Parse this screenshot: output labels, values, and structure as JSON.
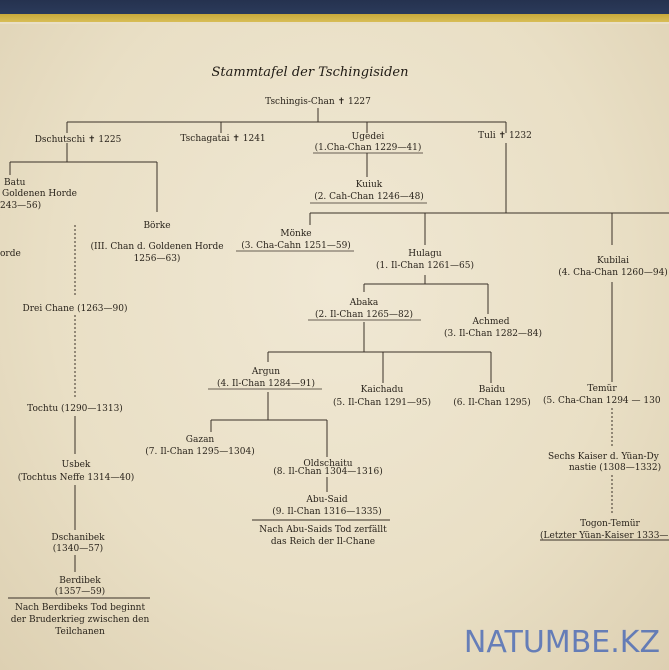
{
  "title": "Stammtafel der Tschingisiden",
  "root": "Tschingis-Chan ✝ 1227",
  "sons": {
    "dschutschi": "Dschutschi ✝ 1225",
    "tschagatai": "Tschagatai ✝ 1241",
    "ugedei_name": "Ugedei",
    "ugedei_title": "(1.Cha-Chan 1229—41)",
    "tuli": "Tuli ✝ 1232"
  },
  "kuiuk": {
    "name": "Kuiuk",
    "title": "(2. Cah-Chan 1246—48)"
  },
  "batu": {
    "line1": "Batu",
    "line2": "Goldenen Horde",
    "line3": "243—56)"
  },
  "horde_fragment": "orde",
  "boerke": {
    "name": "Börke",
    "title": "(III. Chan d. Goldenen Horde",
    "years": "1256—63)"
  },
  "moenke": {
    "name": "Mönke",
    "title": "(3. Cha-Cahn 1251—59)"
  },
  "hulagu": {
    "name": "Hulagu",
    "title": "(1. Il-Chan 1261—65)"
  },
  "kubilai": {
    "name": "Kubilai",
    "title": "(4. Cha-Chan 1260—94)"
  },
  "abaka": {
    "name": "Abaka",
    "title": "(2. Il-Chan 1265—82)"
  },
  "achmed": {
    "name": "Achmed",
    "title": "(3. Il-Chan 1282—84)"
  },
  "arghun": {
    "name": "Argun",
    "title": "(4. Il-Chan 1284—91)"
  },
  "kaichadu": {
    "name": "Kaichadu",
    "title": "(5. Il-Chan 1291—95)"
  },
  "baidu": {
    "name": "Baidu",
    "title": "(6. Il-Chan 1295)"
  },
  "temur": {
    "name": "Temür",
    "title": "(5. Cha-Chan 1294 — 130"
  },
  "gazan": {
    "name": "Gazan",
    "title": "(7. Il-Chan 1295—1304)"
  },
  "oldschaitu": {
    "name": "Oldschaitu",
    "title": "(8. Il-Chan 1304—1316)"
  },
  "abusaid": {
    "name": "Abu-Said",
    "title": "(9. Il-Chan 1316—1335)"
  },
  "ilchane_note": {
    "line1": "Nach Abu-Saids Tod zerfällt",
    "line2": "das Reich der Il-Chane"
  },
  "yuan": {
    "line1": "Sechs Kaiser d. Yüan-Dy",
    "line2": "nastie (1308—1332)"
  },
  "togon": {
    "name": "Togon-Temür",
    "title": "(Letzter Yüan-Kaiser 1333—"
  },
  "golden": {
    "drei": "Drei Chane (1263—90)",
    "tochtu": "Tochtu (1290—1313)",
    "usbek_name": "Usbek",
    "usbek_title": "(Tochtus Neffe 1314—40)",
    "dschanibek_name": "Dschanibek",
    "dschanibek_years": "(1340—57)",
    "berdibek_name": "Berdibek",
    "berdibek_years": "(1357—59)",
    "note1": "Nach Berdibeks Tod beginnt",
    "note2": "der Bruderkrieg zwischen den",
    "note3": "Teilchanen"
  },
  "watermark": "NATUMBE.KZ"
}
